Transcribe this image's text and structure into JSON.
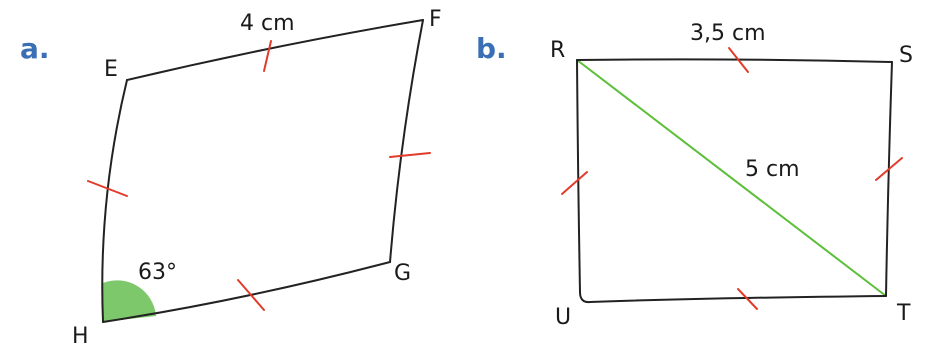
{
  "figure_a": {
    "part_label": "a.",
    "vertices": {
      "E": "E",
      "F": "F",
      "G": "G",
      "H": "H"
    },
    "length_label": "4 cm",
    "angle_label": "63°"
  },
  "figure_b": {
    "part_label": "b.",
    "vertices": {
      "R": "R",
      "S": "S",
      "T": "T",
      "U": "U"
    },
    "side_label": "3,5 cm",
    "diagonal_label": "5 cm"
  },
  "colors": {
    "part_label": "#3a6fb5",
    "tick_marks": "#e23b2a",
    "diagonal": "#5cbf3a",
    "angle_fill": "#7cc86a"
  }
}
